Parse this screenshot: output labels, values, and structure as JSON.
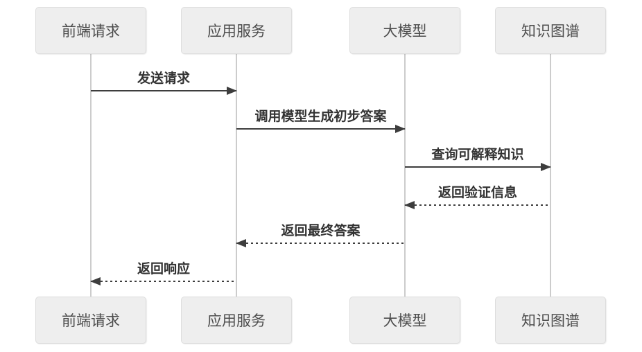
{
  "diagram": {
    "type": "sequence-diagram",
    "participants": [
      {
        "id": "frontend-request",
        "label": "前端请求"
      },
      {
        "id": "app-service",
        "label": "应用服务"
      },
      {
        "id": "llm",
        "label": "大模型"
      },
      {
        "id": "knowledge-graph",
        "label": "知识图谱"
      }
    ],
    "messages": [
      {
        "label": "发送请求",
        "from": "前端请求",
        "to": "应用服务",
        "line": "solid",
        "direction": "right"
      },
      {
        "label": "调用模型生成初步答案",
        "from": "应用服务",
        "to": "大模型",
        "line": "solid",
        "direction": "right"
      },
      {
        "label": "查询可解释知识",
        "from": "大模型",
        "to": "知识图谱",
        "line": "solid",
        "direction": "right"
      },
      {
        "label": "返回验证信息",
        "from": "知识图谱",
        "to": "大模型",
        "line": "dashed",
        "direction": "left"
      },
      {
        "label": "返回最终答案",
        "from": "大模型",
        "to": "应用服务",
        "line": "dashed",
        "direction": "left"
      },
      {
        "label": "返回响应",
        "from": "应用服务",
        "to": "前端请求",
        "line": "dashed",
        "direction": "left"
      }
    ],
    "colors": {
      "box_fill": "#eeeeee",
      "box_border": "#dddddd",
      "actor_text": "#4d4d4d",
      "message_text": "#333333",
      "arrow": "#3d3d3d",
      "lifeline": "#cccccc",
      "background": "#ffffff"
    }
  }
}
